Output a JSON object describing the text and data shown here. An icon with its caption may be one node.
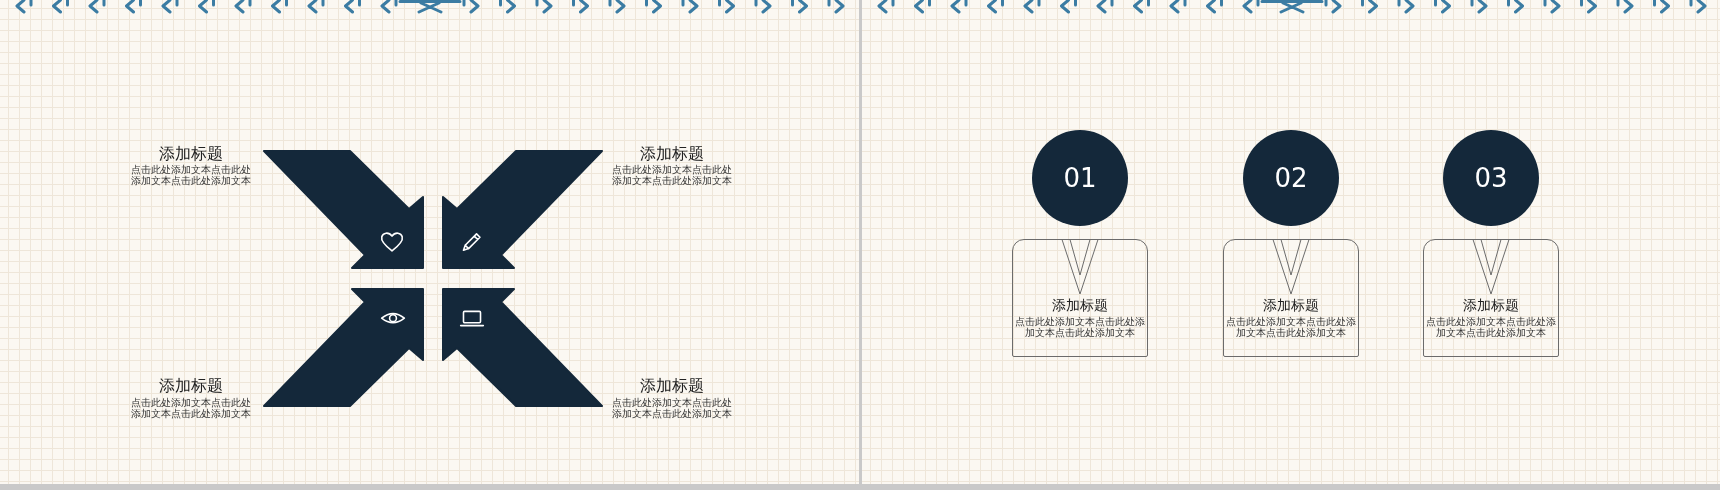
{
  "diagram": {
    "nodes": [
      {
        "text": [
          "01"
        ]
      },
      {
        "text": [
          "02"
        ]
      },
      {
        "text": [
          "03"
        ]
      },
      {
        "text": [
          "添加标题",
          "点击此处添加文本点击此处添加文本点击此处添加文本"
        ]
      },
      {
        "text": [
          "添加标题",
          "点击此处添加文本点击此处添加文本点击此处添加文本"
        ]
      },
      {
        "text": [
          "添加标题",
          "点击此处添加文本点击此处添加文本点击此处添加文本"
        ]
      }
    ],
    "labels": [
      "添加标题",
      "点击此处添加文本点击此处添加文本点击此处添加文本",
      "添加标题",
      "点击此处添加文本点击此处添加文本点击此处添加文本",
      "添加标题",
      "点击此处添加文本点击此处添加文本点击此处添加文本",
      "添加标题",
      "点击此处添加文本点击此处添加文本点击此处添加文本"
    ]
  }
}
